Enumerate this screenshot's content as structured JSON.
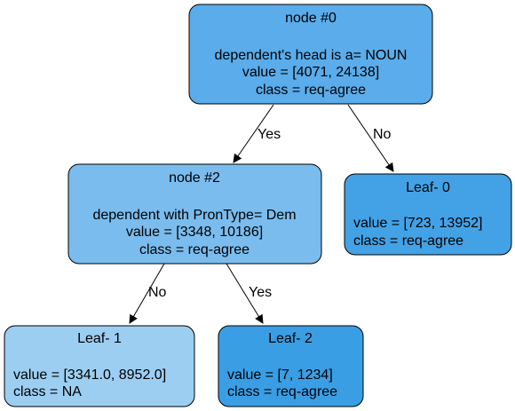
{
  "nodes": {
    "node0": {
      "title": "node #0",
      "condition": "dependent's head is a= NOUN",
      "value": "value = [4071, 24138]",
      "class": "class = req-agree",
      "fill": "#5aacea"
    },
    "node2": {
      "title": "node #2",
      "condition": "dependent with PronType= Dem",
      "value": "value = [3348, 10186]",
      "class": "class = req-agree",
      "fill": "#7abcee"
    },
    "leaf0": {
      "title": "Leaf- 0",
      "value": "value = [723, 13952]",
      "class": "class = req-agree",
      "fill": "#43a2e6"
    },
    "leaf1": {
      "title": "Leaf- 1",
      "value": "value = [3341.0, 8952.0]",
      "class": "class = NA",
      "fill": "#9ccef2"
    },
    "leaf2": {
      "title": "Leaf- 2",
      "value": "value = [7, 1234]",
      "class": "class = req-agree",
      "fill": "#3a9ee5"
    }
  },
  "edges": {
    "node0_to_node2": "Yes",
    "node0_to_leaf0": "No",
    "node2_to_leaf1": "No",
    "node2_to_leaf2": "Yes"
  }
}
